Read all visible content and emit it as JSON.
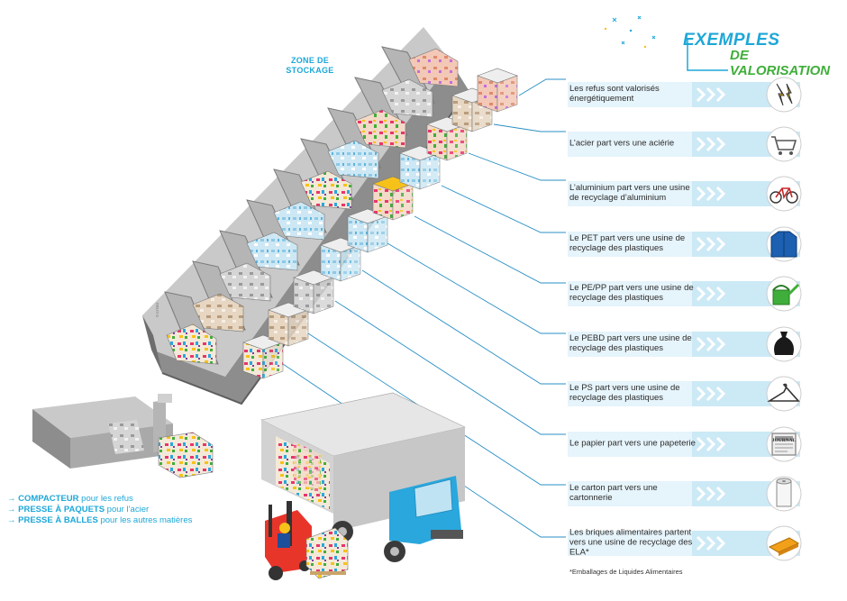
{
  "zone_label": "ZONE DE STOCKAGE",
  "title": {
    "line1": "EXEMPLES",
    "line2": "DE VALORISATION"
  },
  "rows": [
    {
      "text": "Les refus sont valorisés énergétiquement",
      "icon": "lightning-icon"
    },
    {
      "text": "L’acier part vers une aciérie",
      "icon": "shopping-cart-icon"
    },
    {
      "text": "L’aluminium part vers une usine de recyclage d’aluminium",
      "icon": "bicycle-icon"
    },
    {
      "text": "Le PET part vers une usine de recyclage des plastiques",
      "icon": "jacket-icon"
    },
    {
      "text": "Le PE/PP part vers une usine de recyclage des plastiques",
      "icon": "watering-can-icon"
    },
    {
      "text": "Le PEBD part vers une usine de recyclage des plastiques",
      "icon": "trash-bag-icon"
    },
    {
      "text": "Le PS part vers une usine de recyclage des plastiques",
      "icon": "hanger-icon"
    },
    {
      "text": "Le papier part vers une papeterie",
      "icon": "newspaper-icon"
    },
    {
      "text": "Le  carton part vers une cartonnerie",
      "icon": "paper-roll-icon"
    },
    {
      "text": "Les briques alimentaires partent vers une usine de recyclage des ELA*",
      "icon": "cardboard-board-icon"
    }
  ],
  "footnote": "*Emballages de Liquides Alimentaires",
  "newspaper_word": "JOURNAL",
  "legend": [
    {
      "arrow": "→",
      "machine": "COMPACTEUR",
      "rest": " pour les refus"
    },
    {
      "arrow": "→",
      "machine": "PRESSE À PAQUETS",
      "rest": " pour l’acier"
    },
    {
      "arrow": "→",
      "machine": "PRESSE À BALLES",
      "rest": " pour les autres matières"
    }
  ],
  "copyright": "© CITEO",
  "colors": {
    "accent_blue": "#1da7d8",
    "accent_green": "#3fae3a",
    "band_blue": "#a9dcf1",
    "concrete_gray": "#8d8d8d"
  }
}
